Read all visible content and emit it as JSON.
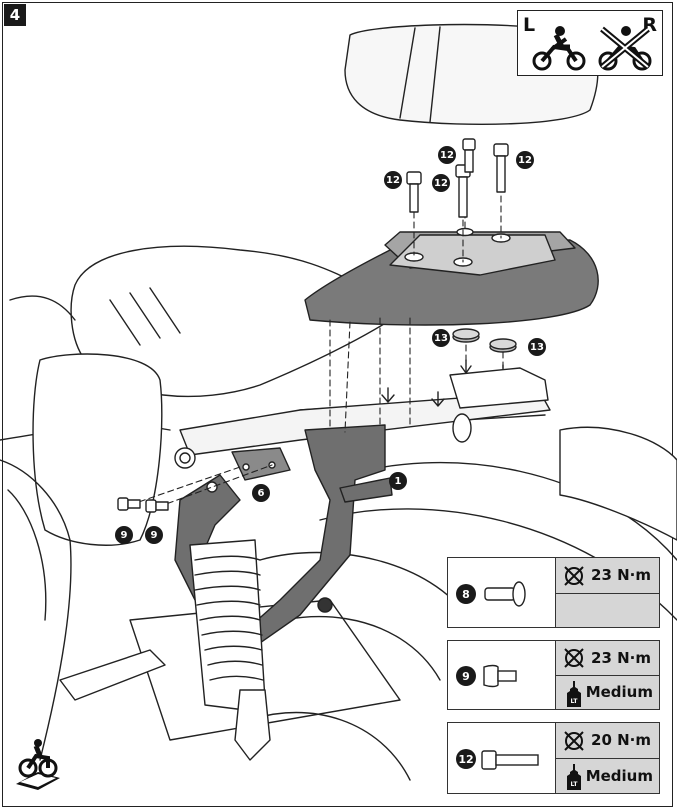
{
  "step_number": "4",
  "side_indicator": {
    "left_label": "L",
    "right_label": "R"
  },
  "part_callouts": {
    "bracket": "1",
    "plate": "6",
    "fastener_9": "9",
    "bolt_12": "12",
    "spacer_13": "13"
  },
  "specs": [
    {
      "item": "8",
      "torque": "23 N·m",
      "thread_lock": ""
    },
    {
      "item": "9",
      "torque": "23 N·m",
      "thread_lock": "Medium"
    },
    {
      "item": "12",
      "torque": "20 N·m",
      "thread_lock": "Medium"
    }
  ],
  "icons": [
    "torque-wrench-icon",
    "thread-lock-bottle-icon",
    "rider-left-icon",
    "rider-right-crossed-icon",
    "motorcycle-view-icon"
  ],
  "colors": {
    "ink": "#1a1a1a",
    "part_fill": "#6f6f6f",
    "table_cell": "#d6d6d6"
  }
}
